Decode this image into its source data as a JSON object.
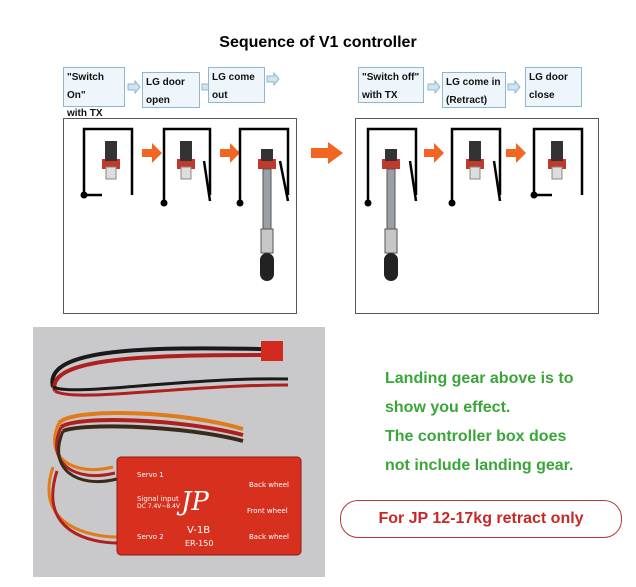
{
  "title": "Sequence of V1 controller",
  "steps_left": [
    {
      "label": "\"Switch On\"\nwith  TX"
    },
    {
      "label": "LG door\nopen"
    },
    {
      "label": "LG come\nout"
    }
  ],
  "steps_right": [
    {
      "label": "\"Switch off\"\nwith TX"
    },
    {
      "label": "LG come in\n(Retract)"
    },
    {
      "label": "LG door\nclose"
    }
  ],
  "notes": [
    "Landing gear above is to",
    "show you effect.",
    "The controller box does",
    "not include landing gear."
  ],
  "retract_note": "For JP 12-17kg retract only",
  "device": {
    "logo": "JP",
    "model": "V-1B",
    "code": "ER-150",
    "servo1": "Servo 1",
    "servo2": "Servo 2",
    "signal": "Signal input",
    "voltage": "DC 7.4V~8.4V",
    "back_wheel_1": "Back wheel",
    "front_wheel": "Front wheel",
    "back_wheel_2": "Back wheel"
  },
  "colors": {
    "arrow": "#f26522",
    "note_green": "#3aa63a",
    "retract_red": "#c62828",
    "box_red": "#d8301f"
  }
}
